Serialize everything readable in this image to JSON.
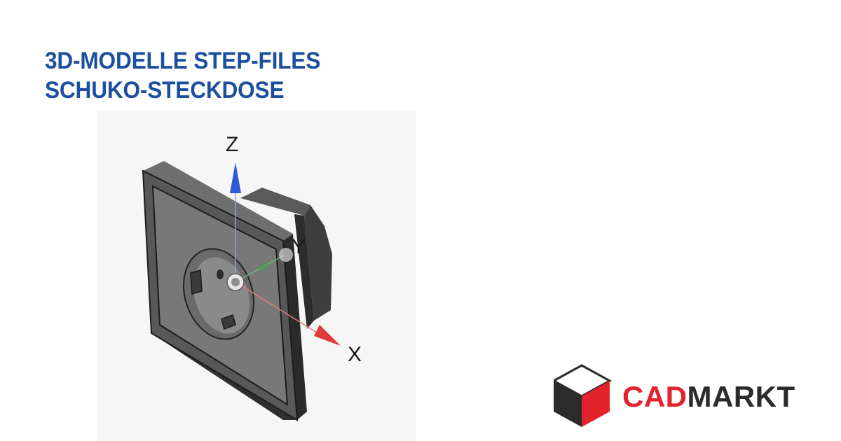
{
  "headline": {
    "line1": "3D-MODELLE STEP-FILES",
    "line2": "SCHUKO-STECKDOSE"
  },
  "render": {
    "axes": {
      "z_label": "Z",
      "y_label": "Y",
      "x_label": "X"
    },
    "axis_colors": {
      "z": "#2f5bd6",
      "x": "#e03a3a",
      "y": "#3aa34a"
    }
  },
  "logo": {
    "text_red": "CAD",
    "text_dark": "MARKT",
    "colors": {
      "red": "#e3232c",
      "dark": "#2b2b2b"
    }
  },
  "colors": {
    "headline": "#1d4fa1",
    "background": "#ffffff"
  }
}
